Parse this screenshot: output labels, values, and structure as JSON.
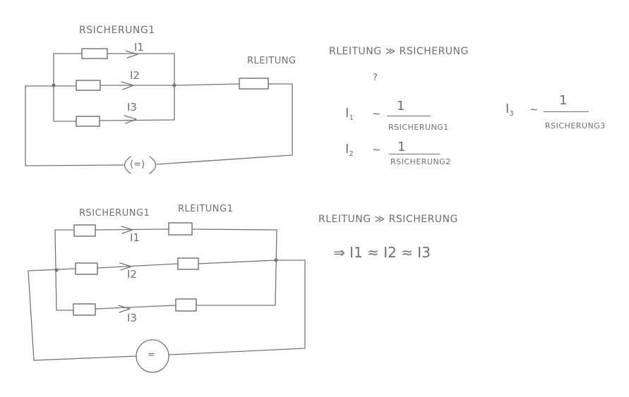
{
  "circuit1": {
    "label_r_sicherung": "RSICHERUNG1",
    "label_r_leitung": "RLEITUNG",
    "current_1": "I1",
    "current_2": "I2",
    "current_3": "I3",
    "source_symbol": "(=)"
  },
  "notes1": {
    "condition": "RLEITUNG ≫ RSICHERUNG",
    "question_mark": "?",
    "eq1_lhs": "I",
    "eq1_sub": "1",
    "eq1_approx": "~",
    "eq1_num": "1",
    "eq1_den": "RSICHERUNG1",
    "eq2_lhs": "I",
    "eq2_sub": "2",
    "eq2_approx": "~",
    "eq2_num": "1",
    "eq2_den": "RSICHERUNG2",
    "eq3_lhs": "I",
    "eq3_sub": "3",
    "eq3_approx": "~",
    "eq3_num": "1",
    "eq3_den": "RSICHERUNG3"
  },
  "circuit2": {
    "label_r_sicherung": "RSICHERUNG1",
    "label_r_leitung": "RLEITUNG1",
    "current_1": "I1",
    "current_2": "I2",
    "current_3": "I3",
    "source_symbol": "="
  },
  "notes2": {
    "condition": "RLEITUNG ≫ RSICHERUNG",
    "result": "⇒ I1 ≈ I2 ≈ I3"
  }
}
